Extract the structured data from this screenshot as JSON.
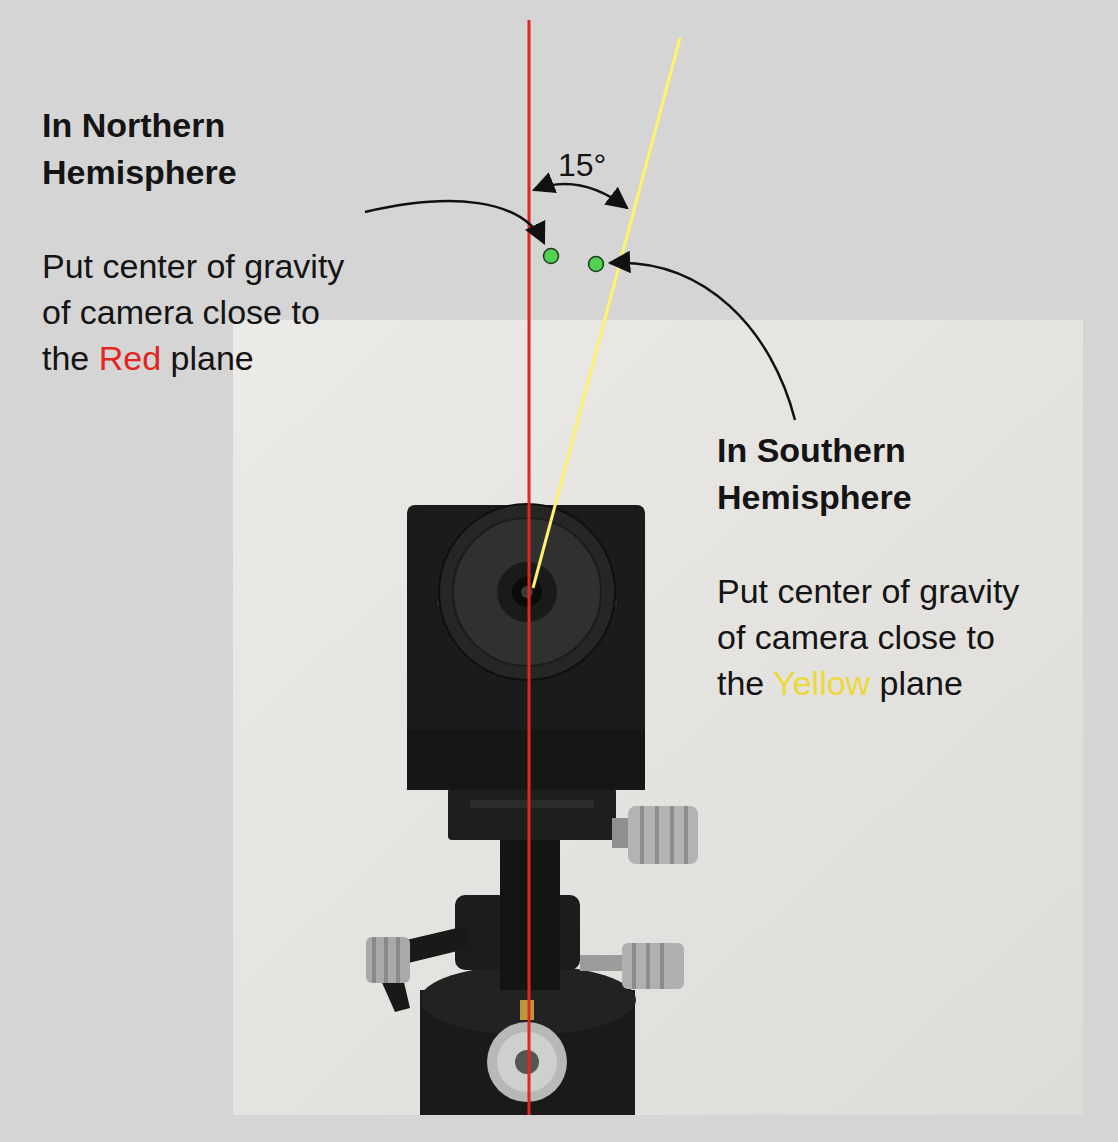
{
  "diagram": {
    "labels": [
      "In Northern Hemisphere",
      "Put center of gravity of camera close to the",
      "Red",
      "plane",
      "15°",
      "In Southern Hemisphere",
      "Put center of gravity of camera close to the",
      "Yellow",
      "plane"
    ]
  }
}
